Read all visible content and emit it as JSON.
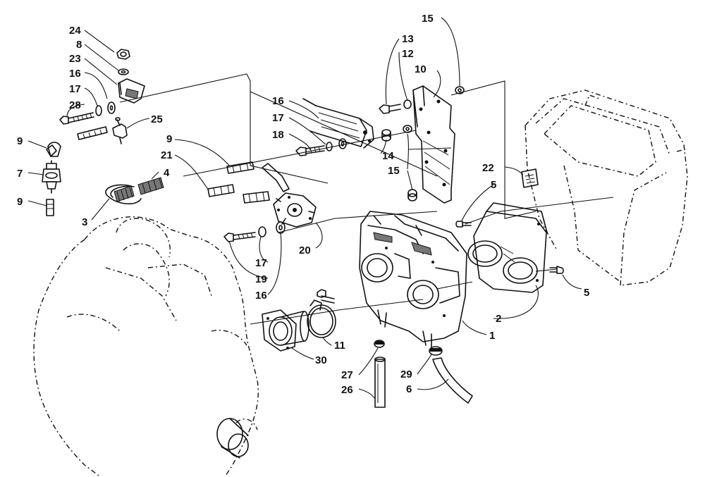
{
  "callouts": [
    {
      "id": "c-24",
      "text": "24"
    },
    {
      "id": "c-8",
      "text": "8"
    },
    {
      "id": "c-23",
      "text": "23"
    },
    {
      "id": "c-16a",
      "text": "16"
    },
    {
      "id": "c-17a",
      "text": "17"
    },
    {
      "id": "c-28",
      "text": "28"
    },
    {
      "id": "c-25",
      "text": "25"
    },
    {
      "id": "c-9a",
      "text": "9"
    },
    {
      "id": "c-7",
      "text": "7"
    },
    {
      "id": "c-9b",
      "text": "9"
    },
    {
      "id": "c-9c",
      "text": "9"
    },
    {
      "id": "c-21",
      "text": "21"
    },
    {
      "id": "c-4",
      "text": "4"
    },
    {
      "id": "c-3",
      "text": "3"
    },
    {
      "id": "c-17b",
      "text": "17"
    },
    {
      "id": "c-19",
      "text": "19"
    },
    {
      "id": "c-16b",
      "text": "16"
    },
    {
      "id": "c-20",
      "text": "20"
    },
    {
      "id": "c-16c",
      "text": "16"
    },
    {
      "id": "c-17c",
      "text": "17"
    },
    {
      "id": "c-18",
      "text": "18"
    },
    {
      "id": "c-14",
      "text": "14"
    },
    {
      "id": "c-15a",
      "text": "15"
    },
    {
      "id": "c-13",
      "text": "13"
    },
    {
      "id": "c-12",
      "text": "12"
    },
    {
      "id": "c-10",
      "text": "10"
    },
    {
      "id": "c-15b",
      "text": "15"
    },
    {
      "id": "c-22",
      "text": "22"
    },
    {
      "id": "c-5a",
      "text": "5"
    },
    {
      "id": "c-5b",
      "text": "5"
    },
    {
      "id": "c-2",
      "text": "2"
    },
    {
      "id": "c-1",
      "text": "1"
    },
    {
      "id": "c-11",
      "text": "11"
    },
    {
      "id": "c-30",
      "text": "30"
    },
    {
      "id": "c-27",
      "text": "27"
    },
    {
      "id": "c-26",
      "text": "26"
    },
    {
      "id": "c-29",
      "text": "29"
    },
    {
      "id": "c-6",
      "text": "6"
    }
  ]
}
